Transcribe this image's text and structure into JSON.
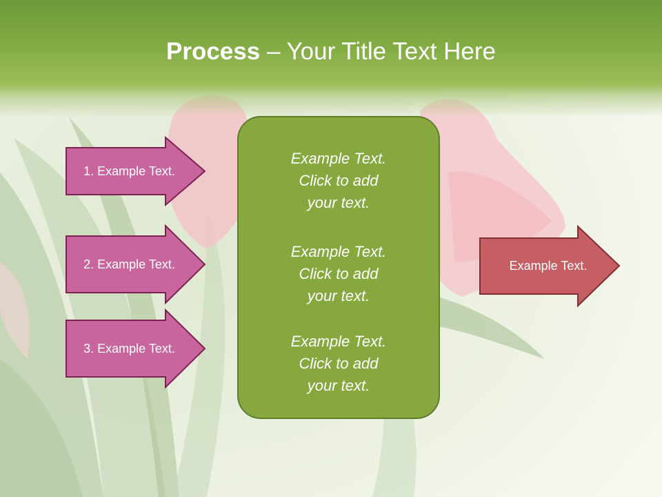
{
  "slide": {
    "title_bold": "Process",
    "title_rest": " – Your Title Text Here"
  },
  "left_arrows": [
    {
      "label": "1. Example Text."
    },
    {
      "label": "2. Example Text."
    },
    {
      "label": "3. Example Text."
    }
  ],
  "center_box": {
    "blocks": [
      {
        "line1": "Example Text.",
        "line2": "Click  to add",
        "line3": "your text."
      },
      {
        "line1": "Example Text.",
        "line2": "Click  to add",
        "line3": "your text."
      },
      {
        "line1": "Example Text.",
        "line2": "Click  to add",
        "line3": "your text."
      }
    ]
  },
  "right_arrow": {
    "label": "Example Text."
  },
  "colors": {
    "title_bar": "#85ad45",
    "left_arrow_fill": "#c8659c",
    "left_arrow_stroke": "#7a2352",
    "center_fill": "#86a83e",
    "center_stroke": "#5f7c2b",
    "right_arrow_fill": "#c55f63",
    "right_arrow_stroke": "#7f2d31"
  }
}
